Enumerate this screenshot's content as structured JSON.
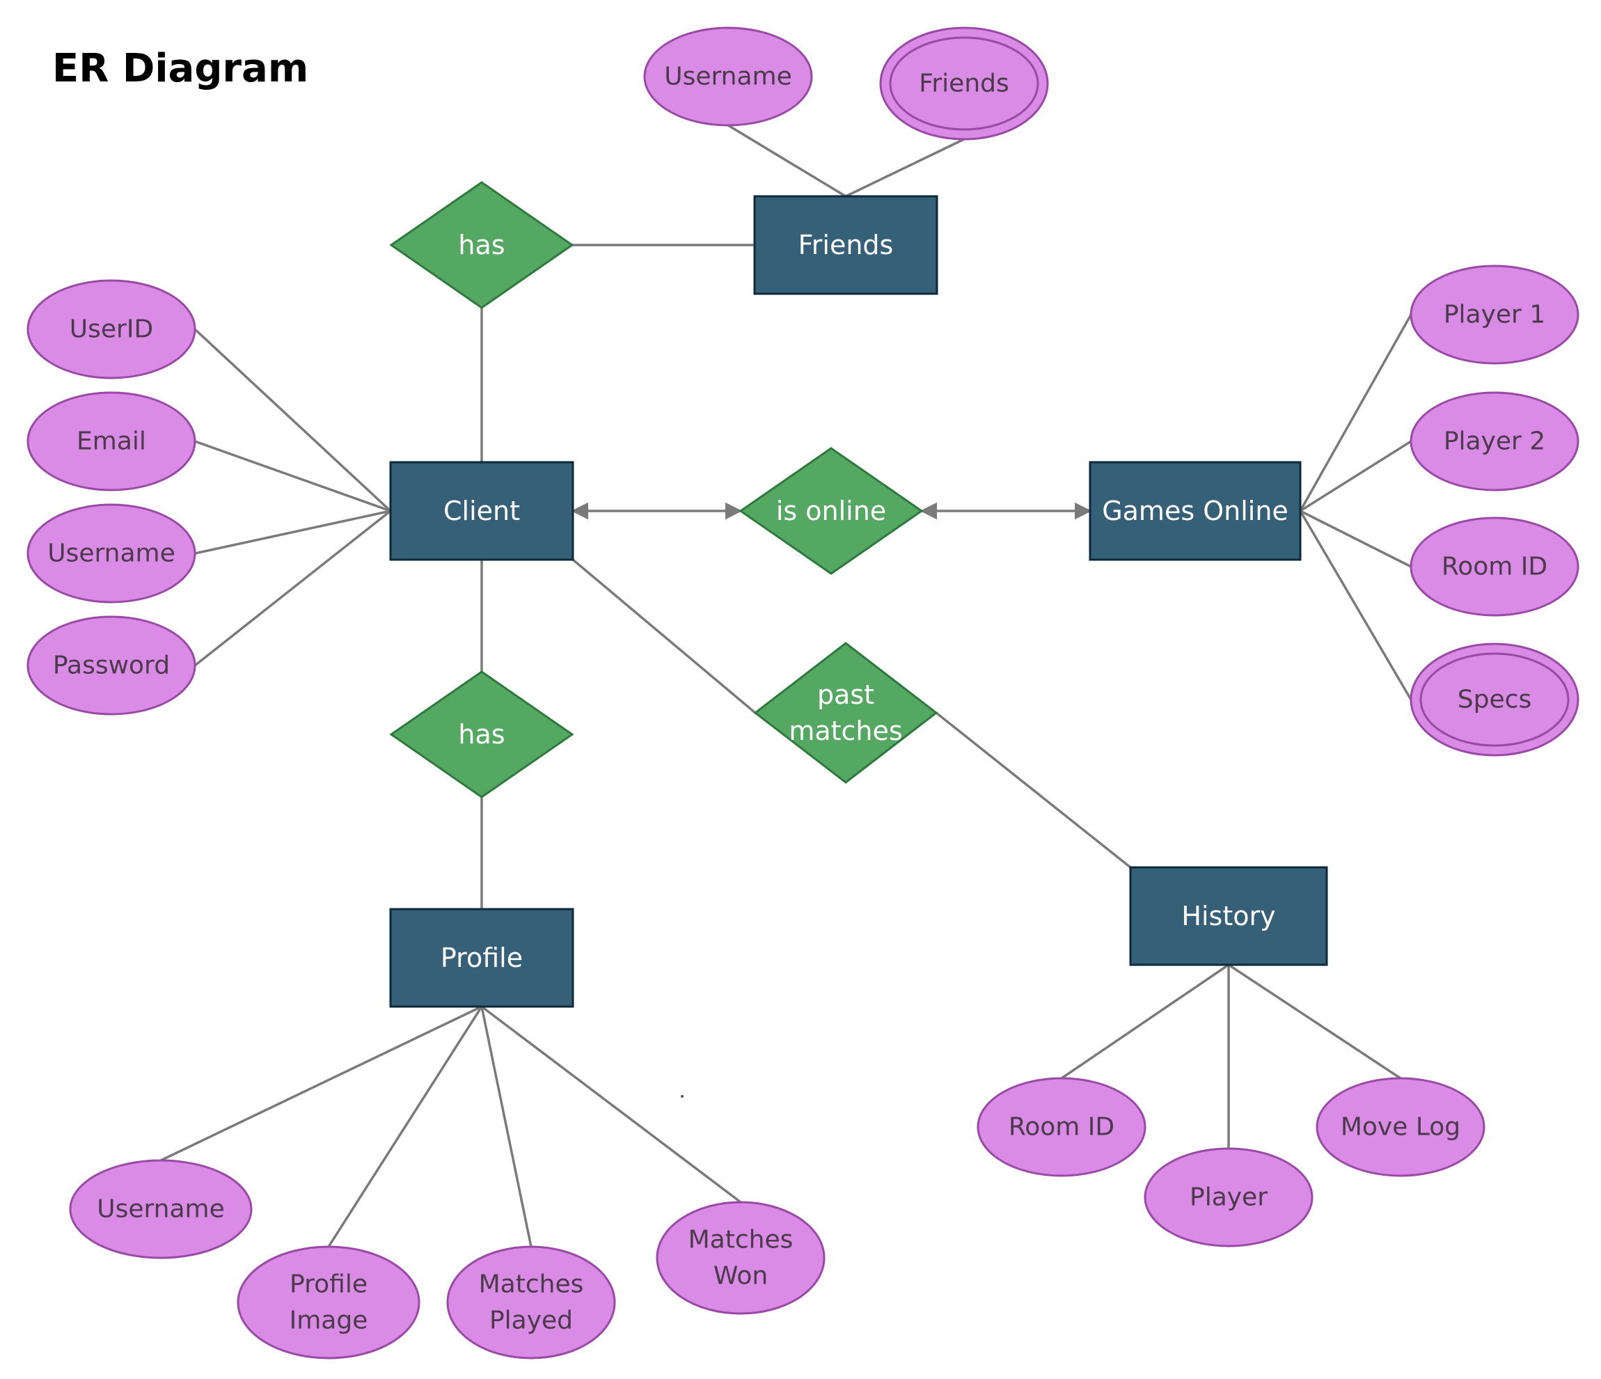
{
  "title": "ER Diagram",
  "colors": {
    "entity_fill": "#365f78",
    "relationship_fill": "#55a862",
    "attribute_fill": "#d98be6",
    "edge": "#7a7a7a"
  },
  "entities": [
    {
      "id": "friends",
      "label": "Friends"
    },
    {
      "id": "client",
      "label": "Client"
    },
    {
      "id": "games",
      "label": "Games Online"
    },
    {
      "id": "profile",
      "label": "Profile"
    },
    {
      "id": "history",
      "label": "History"
    }
  ],
  "relationships": [
    {
      "id": "has1",
      "label": [
        "has"
      ]
    },
    {
      "id": "online",
      "label": [
        "is online"
      ]
    },
    {
      "id": "has2",
      "label": [
        "has"
      ]
    },
    {
      "id": "past",
      "label": [
        "past",
        "matches"
      ]
    }
  ],
  "attributes": [
    {
      "id": "f_user",
      "label": [
        "Username"
      ],
      "multivalued": false
    },
    {
      "id": "f_friends",
      "label": [
        "Friends"
      ],
      "multivalued": true
    },
    {
      "id": "c_userid",
      "label": [
        "UserID"
      ],
      "multivalued": false
    },
    {
      "id": "c_email",
      "label": [
        "Email"
      ],
      "multivalued": false
    },
    {
      "id": "c_user",
      "label": [
        "Username"
      ],
      "multivalued": false
    },
    {
      "id": "c_pass",
      "label": [
        "Password"
      ],
      "multivalued": false
    },
    {
      "id": "g_p1",
      "label": [
        "Player 1"
      ],
      "multivalued": false
    },
    {
      "id": "g_p2",
      "label": [
        "Player 2"
      ],
      "multivalued": false
    },
    {
      "id": "g_room",
      "label": [
        "Room ID"
      ],
      "multivalued": false
    },
    {
      "id": "g_specs",
      "label": [
        "Specs"
      ],
      "multivalued": true
    },
    {
      "id": "p_user",
      "label": [
        "Username"
      ],
      "multivalued": false
    },
    {
      "id": "p_img",
      "label": [
        "Profile",
        "Image"
      ],
      "multivalued": false
    },
    {
      "id": "p_played",
      "label": [
        "Matches",
        "Played"
      ],
      "multivalued": false
    },
    {
      "id": "p_won",
      "label": [
        "Matches",
        "Won"
      ],
      "multivalued": false
    },
    {
      "id": "h_room",
      "label": [
        "Room ID"
      ],
      "multivalued": false
    },
    {
      "id": "h_player",
      "label": [
        "Player"
      ],
      "multivalued": false
    },
    {
      "id": "h_move",
      "label": [
        "Move Log"
      ],
      "multivalued": false
    }
  ],
  "connections": [
    {
      "from": "has1",
      "to": "friends",
      "arrows": false
    },
    {
      "from": "has1",
      "to": "client",
      "arrows": false
    },
    {
      "from": "client",
      "to": "online",
      "arrows": true
    },
    {
      "from": "online",
      "to": "games",
      "arrows": true
    },
    {
      "from": "client",
      "to": "has2",
      "arrows": false
    },
    {
      "from": "has2",
      "to": "profile",
      "arrows": false
    },
    {
      "from": "client",
      "to": "past",
      "arrows": false
    },
    {
      "from": "past",
      "to": "history",
      "arrows": false
    },
    {
      "from": "friends",
      "to": "f_user",
      "arrows": false
    },
    {
      "from": "friends",
      "to": "f_friends",
      "arrows": false
    },
    {
      "from": "client",
      "to": "c_userid",
      "arrows": false
    },
    {
      "from": "client",
      "to": "c_email",
      "arrows": false
    },
    {
      "from": "client",
      "to": "c_user",
      "arrows": false
    },
    {
      "from": "client",
      "to": "c_pass",
      "arrows": false
    },
    {
      "from": "games",
      "to": "g_p1",
      "arrows": false
    },
    {
      "from": "games",
      "to": "g_p2",
      "arrows": false
    },
    {
      "from": "games",
      "to": "g_room",
      "arrows": false
    },
    {
      "from": "games",
      "to": "g_specs",
      "arrows": false
    },
    {
      "from": "profile",
      "to": "p_user",
      "arrows": false
    },
    {
      "from": "profile",
      "to": "p_img",
      "arrows": false
    },
    {
      "from": "profile",
      "to": "p_played",
      "arrows": false
    },
    {
      "from": "profile",
      "to": "p_won",
      "arrows": false
    },
    {
      "from": "history",
      "to": "h_room",
      "arrows": false
    },
    {
      "from": "history",
      "to": "h_player",
      "arrows": false
    },
    {
      "from": "history",
      "to": "h_move",
      "arrows": false
    }
  ]
}
